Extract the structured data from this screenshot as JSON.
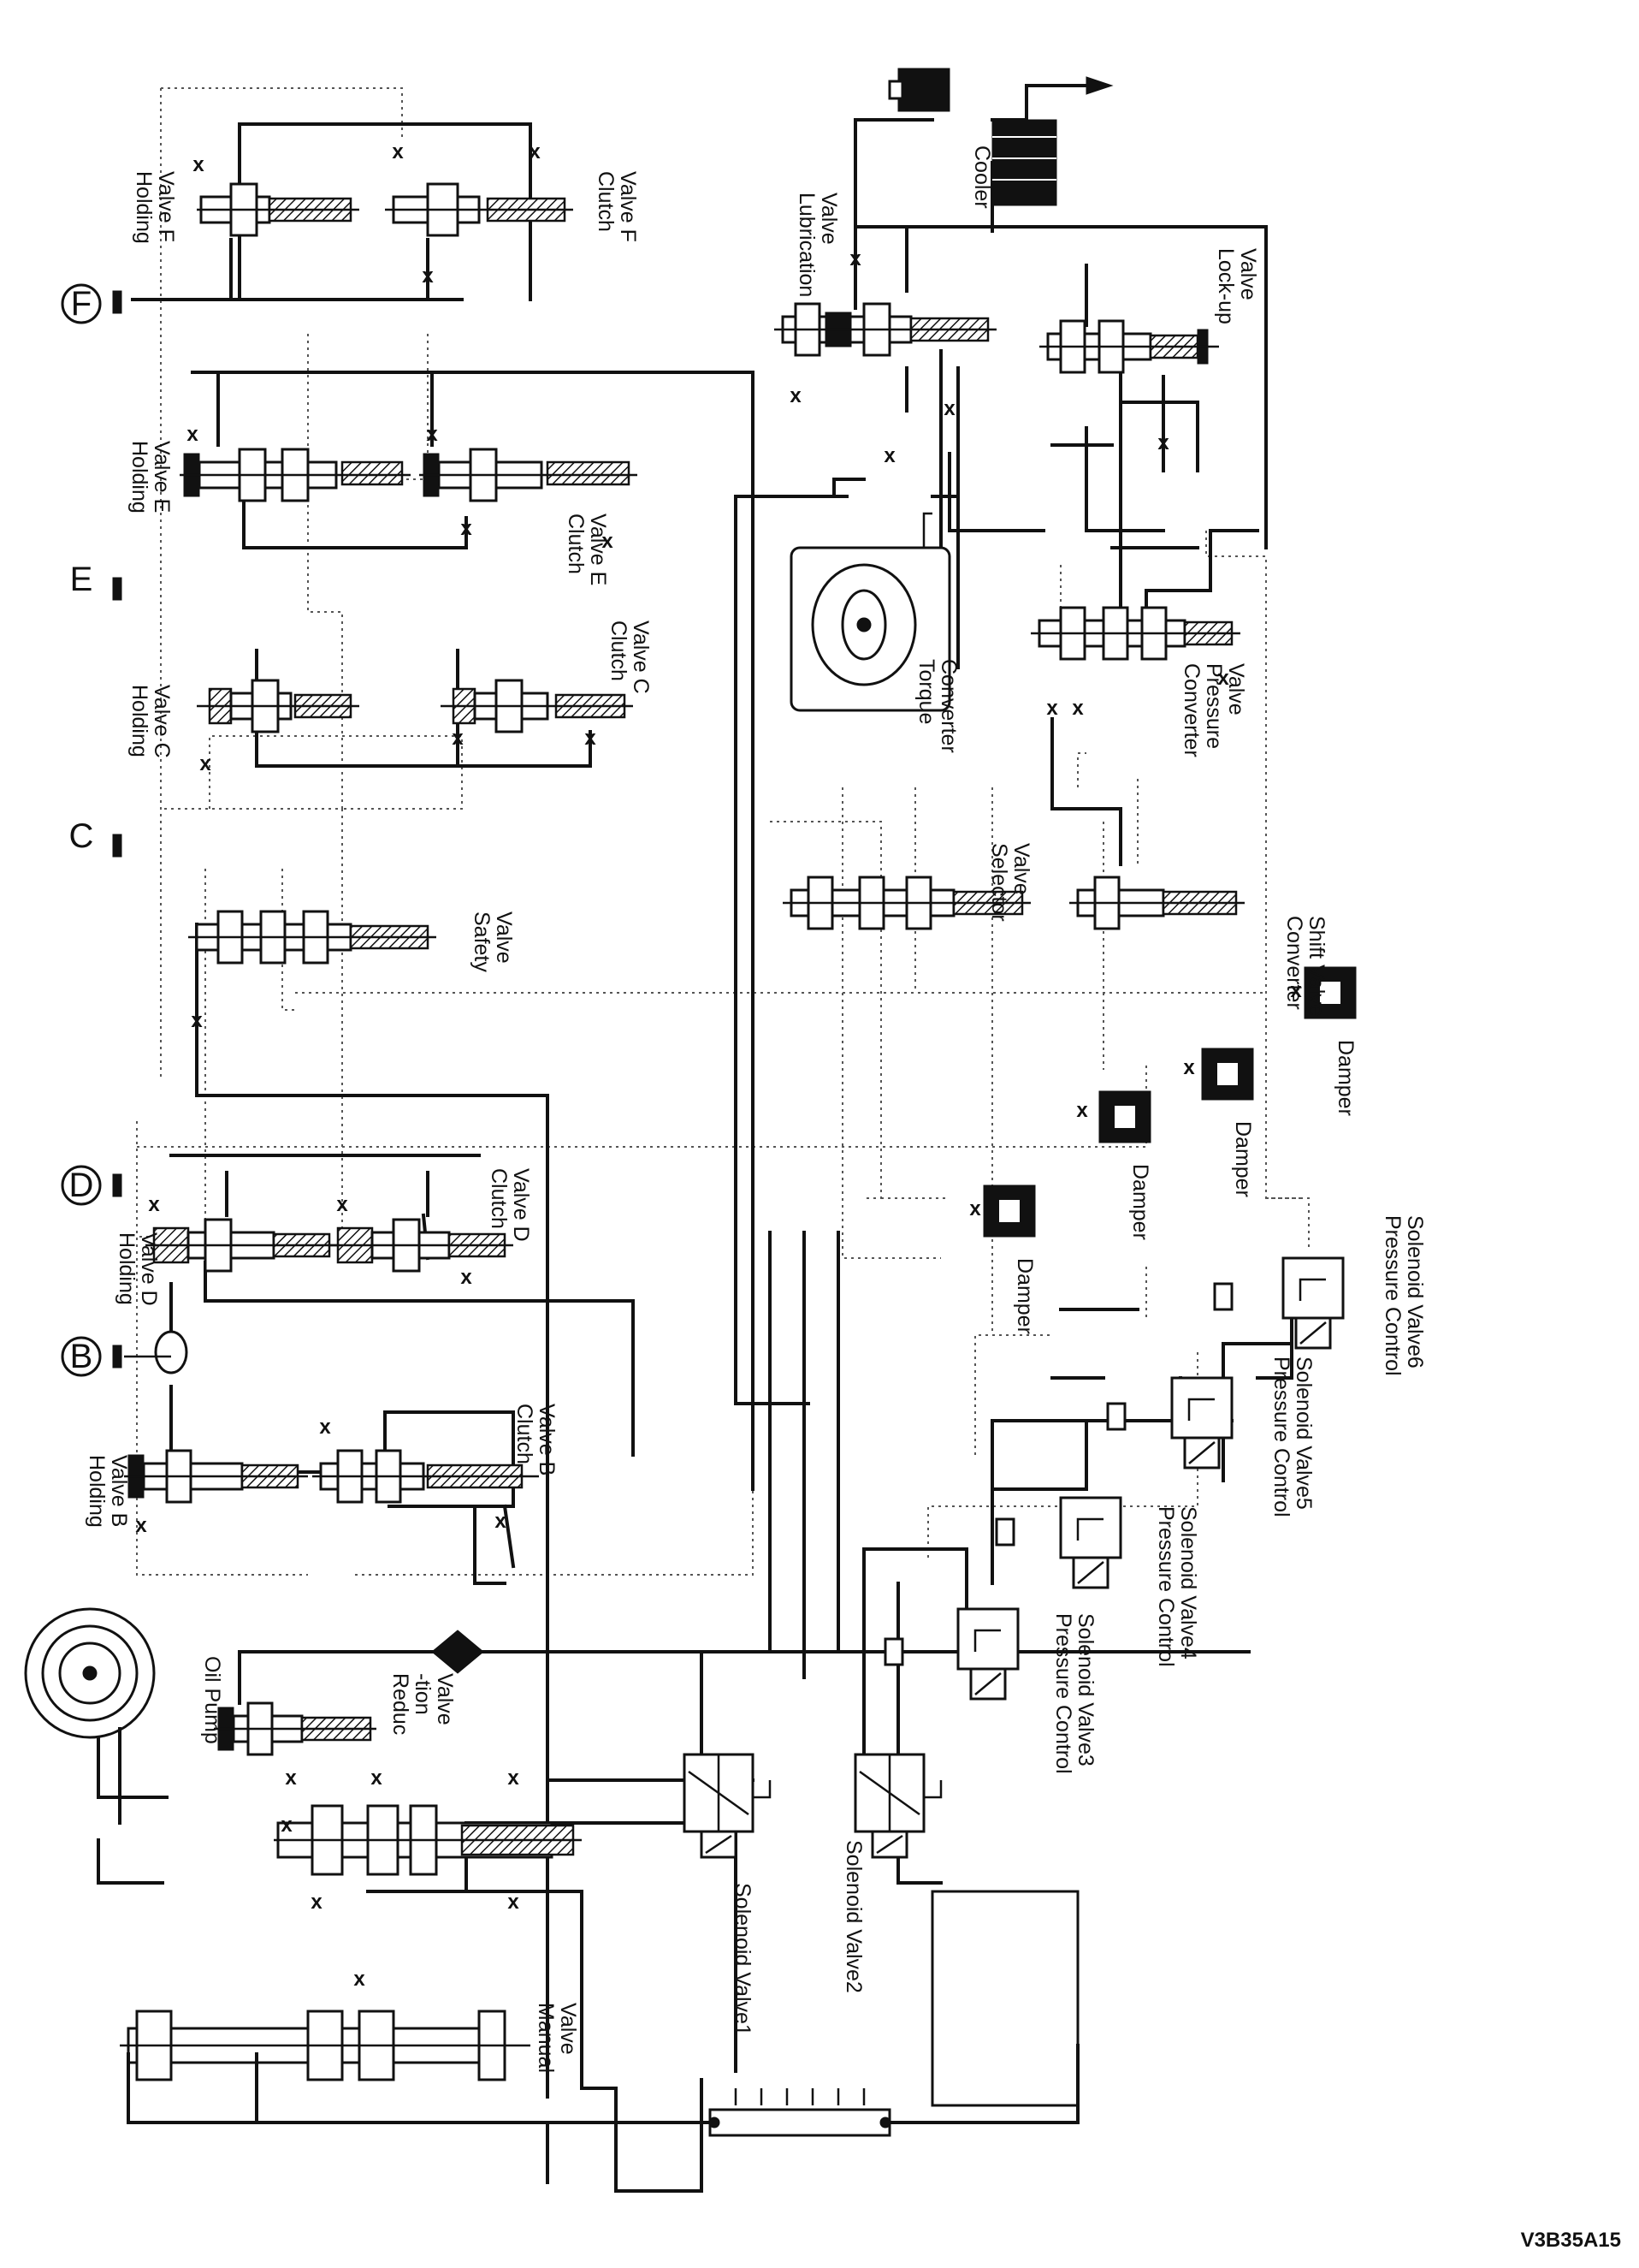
{
  "ports": {
    "f": "F",
    "e": "E",
    "c": "C",
    "d": "D",
    "b": "B"
  },
  "labels": {
    "holding_valve_f": [
      "Holding",
      "Valve F"
    ],
    "clutch_valve_f": [
      "Clutch",
      "Valve F"
    ],
    "holding_valve_e": [
      "Holding",
      "Valve E"
    ],
    "clutch_valve_e": [
      "Clutch",
      "Valve E"
    ],
    "holding_valve_c": [
      "Holding",
      "Valve C"
    ],
    "clutch_valve_c": [
      "Clutch",
      "Valve C"
    ],
    "safety_valve": [
      "Safety",
      "Valve"
    ],
    "holding_valve_d": [
      "Holding",
      "Valve D"
    ],
    "clutch_valve_d": [
      "Clutch",
      "Valve D"
    ],
    "holding_valve_b": [
      "Holding",
      "Valve B"
    ],
    "clutch_valve_b": [
      "Clutch",
      "Valve B"
    ],
    "oil_pump": [
      "Oil Pump"
    ],
    "reduction_valve": [
      "Reduc",
      "-tion",
      "Valve"
    ],
    "manual_valve": [
      "Manual",
      "Valve"
    ],
    "solenoid_valve1": [
      "Solenoid Valve1"
    ],
    "solenoid_valve2": [
      "Solenoid Valve2"
    ],
    "pcsv3": [
      "Pressure Control",
      "Solenoid Valve3"
    ],
    "pcsv4": [
      "Pressure Control",
      "Solenoid Valve4"
    ],
    "pcsv5": [
      "Pressure Control",
      "Solenoid Valve5"
    ],
    "pcsv6": [
      "Pressure Control",
      "Solenoid Valve6"
    ],
    "damper1": [
      "Damper"
    ],
    "damper2": [
      "Damper"
    ],
    "damper3": [
      "Damper"
    ],
    "damper4": [
      "Damper"
    ],
    "selector_valve": [
      "Selector",
      "Valve"
    ],
    "converter_shift_valve": [
      "Converter",
      "Shift Valve"
    ],
    "torque_converter": [
      "Torque",
      "Converter"
    ],
    "converter_pressure_valve": [
      "Converter",
      "Pressure",
      "Valve"
    ],
    "lubrication_valve": [
      "Lubrication",
      "Valve"
    ],
    "lockup_valve": [
      "Lock-up",
      "Valve"
    ],
    "cooler": [
      "Cooler"
    ]
  },
  "figure_code": "V3B35A15",
  "cross_mark": "x"
}
